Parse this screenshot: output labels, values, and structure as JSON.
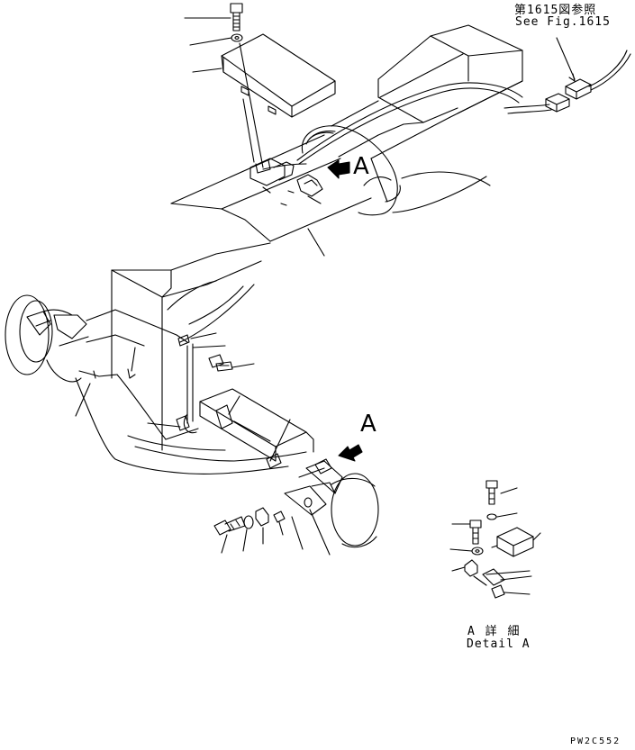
{
  "labels": {
    "ref_japanese": "第1615図参照",
    "ref_english": "See Fig.1615",
    "callout_top": "A",
    "callout_mid": "A",
    "detail_japanese": "A 詳 細",
    "detail_english": "Detail A",
    "drawing_code": "PW2C552"
  },
  "colors": {
    "line": "#000000",
    "background": "#ffffff"
  }
}
